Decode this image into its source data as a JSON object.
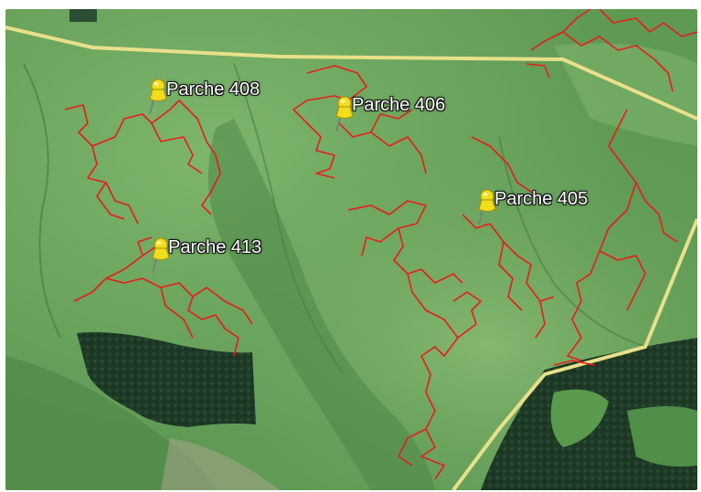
{
  "map": {
    "colors": {
      "grass": "#5f9a54",
      "grass_light": "#7cae6a",
      "forest": "#1e3a26",
      "road": "#e8e08a",
      "trail": "#e81c1c",
      "pin": "#f2dc1e"
    }
  },
  "markers": [
    {
      "id": "408",
      "label": "Parche 408",
      "icon": "pushpin-icon"
    },
    {
      "id": "406",
      "label": "Parche 406",
      "icon": "pushpin-icon"
    },
    {
      "id": "405",
      "label": "Parche 405",
      "icon": "pushpin-icon"
    },
    {
      "id": "413",
      "label": "Parche 413",
      "icon": "pushpin-icon"
    }
  ]
}
